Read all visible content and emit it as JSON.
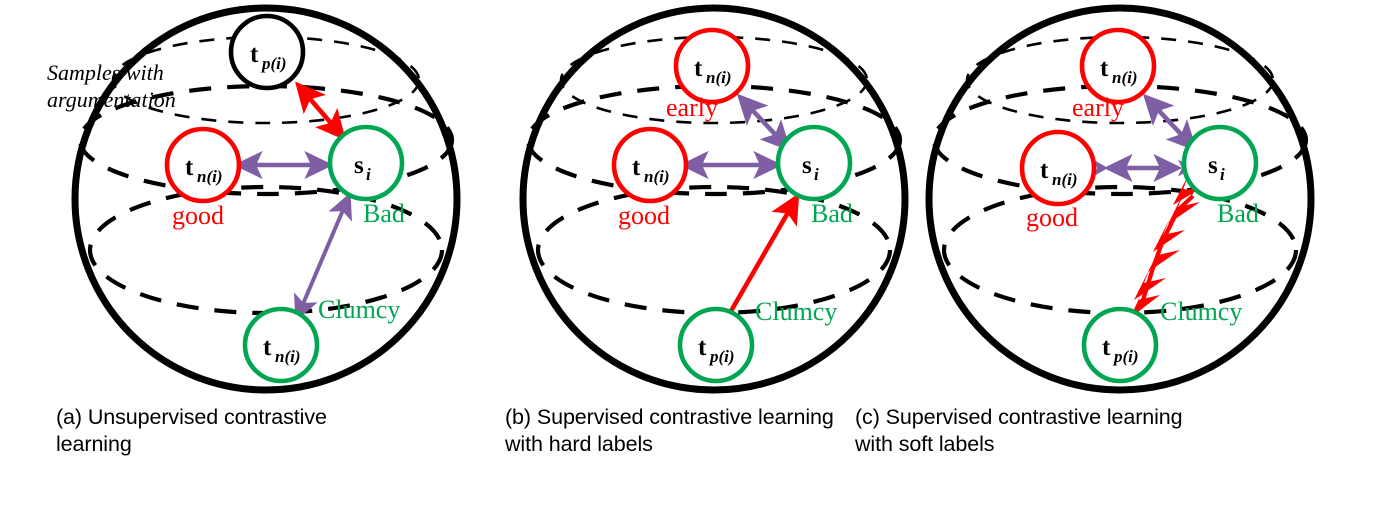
{
  "figure": {
    "type": "diagram",
    "description": "Three hypersphere embedding diagrams comparing contrastive learning variants",
    "panel_count": 3
  },
  "colors": {
    "sphere_outline": "#000000",
    "latitude_dashed": "#000000",
    "red": "#FF0000",
    "green": "#00A651",
    "purple": "#7E5FA4",
    "black": "#000000",
    "background": "#FFFFFF"
  },
  "captions": {
    "a": "(a) Unsupervised contrastive learning",
    "b": "(b) Supervised contrastive learning with hard labels",
    "c": "(c) Supervised contrastive learning with soft labels"
  },
  "panels": [
    {
      "id": "a",
      "name": "unsupervised-contrastive-learning",
      "annotation": "Samples with\nargumentation",
      "nodes": [
        {
          "name": "t-p-i-top",
          "main": "t",
          "sub": "p(i)",
          "color": "black",
          "tag": null,
          "tag_color": null
        },
        {
          "name": "t-n-i-good",
          "main": "t",
          "sub": "n(i)",
          "color": "red",
          "tag": "good",
          "tag_color": "red"
        },
        {
          "name": "s-i-anchor",
          "main": "s",
          "sub": "i",
          "color": "green",
          "tag": "Bad",
          "tag_color": "green"
        },
        {
          "name": "t-n-i-low",
          "main": "t",
          "sub": "n(i)",
          "color": "green",
          "tag": "Clumcy",
          "tag_color": "green"
        }
      ],
      "arrows": [
        {
          "name": "red-attract-arrow",
          "color": "red",
          "heads": "double",
          "multiplicity": 1,
          "from": "t-p-i-top",
          "to": "s-i-anchor"
        },
        {
          "name": "purple-repel-arrow-horizontal",
          "color": "purple",
          "heads": "double",
          "multiplicity": 1,
          "from": "t-n-i-good",
          "to": "s-i-anchor"
        },
        {
          "name": "purple-repel-arrow-diagonal",
          "color": "purple",
          "heads": "double",
          "multiplicity": 1,
          "from": "t-n-i-low",
          "to": "s-i-anchor"
        }
      ]
    },
    {
      "id": "b",
      "name": "supervised-contrastive-learning-hard-labels",
      "annotation": null,
      "nodes": [
        {
          "name": "t-n-i-early",
          "main": "t",
          "sub": "n(i)",
          "color": "red",
          "tag": "early",
          "tag_color": "red"
        },
        {
          "name": "t-n-i-good",
          "main": "t",
          "sub": "n(i)",
          "color": "red",
          "tag": "good",
          "tag_color": "red"
        },
        {
          "name": "s-i-anchor",
          "main": "s",
          "sub": "i",
          "color": "green",
          "tag": "Bad",
          "tag_color": "green"
        },
        {
          "name": "t-p-i-low",
          "main": "t",
          "sub": "p(i)",
          "color": "green",
          "tag": "Clumcy",
          "tag_color": "green"
        }
      ],
      "arrows": [
        {
          "name": "purple-repel-arrow-early",
          "color": "purple",
          "heads": "double",
          "multiplicity": 1,
          "from": "t-n-i-early",
          "to": "s-i-anchor"
        },
        {
          "name": "purple-repel-arrow-horizontal",
          "color": "purple",
          "heads": "double",
          "multiplicity": 1,
          "from": "t-n-i-good",
          "to": "s-i-anchor"
        },
        {
          "name": "red-attract-arrow",
          "color": "red",
          "heads": "single",
          "multiplicity": 1,
          "from": "t-p-i-low",
          "to": "s-i-anchor"
        }
      ]
    },
    {
      "id": "c",
      "name": "supervised-contrastive-learning-soft-labels",
      "annotation": null,
      "nodes": [
        {
          "name": "t-n-i-early",
          "main": "t",
          "sub": "n(i)",
          "color": "red",
          "tag": "early",
          "tag_color": "red"
        },
        {
          "name": "t-n-i-good",
          "main": "t",
          "sub": "n(i)",
          "color": "red",
          "tag": "good",
          "tag_color": "red"
        },
        {
          "name": "s-i-anchor",
          "main": "s",
          "sub": "i",
          "color": "green",
          "tag": "Bad",
          "tag_color": "green"
        },
        {
          "name": "t-p-i-low",
          "main": "t",
          "sub": "p(i)",
          "color": "green",
          "tag": "Clumcy",
          "tag_color": "green"
        }
      ],
      "arrows": [
        {
          "name": "purple-repel-arrow-early",
          "color": "purple",
          "heads": "double",
          "multiplicity": 1,
          "from": "t-n-i-early",
          "to": "s-i-anchor"
        },
        {
          "name": "purple-repel-arrow-horizontal",
          "color": "purple",
          "heads": "double",
          "multiplicity": 2,
          "from": "t-n-i-good",
          "to": "s-i-anchor"
        },
        {
          "name": "red-attract-arrow-stacked",
          "color": "red",
          "heads": "single",
          "multiplicity": 4,
          "from": "t-p-i-low",
          "to": "s-i-anchor"
        }
      ]
    }
  ],
  "labels": {
    "t_main": "t",
    "s_main": "s",
    "sub_p": "p(i)",
    "sub_n": "n(i)",
    "sub_i": "i",
    "good": "good",
    "bad": "Bad",
    "early": "early",
    "clumcy": "Clumcy",
    "samples_line1": "Samples with",
    "samples_line2": "argumentation"
  }
}
